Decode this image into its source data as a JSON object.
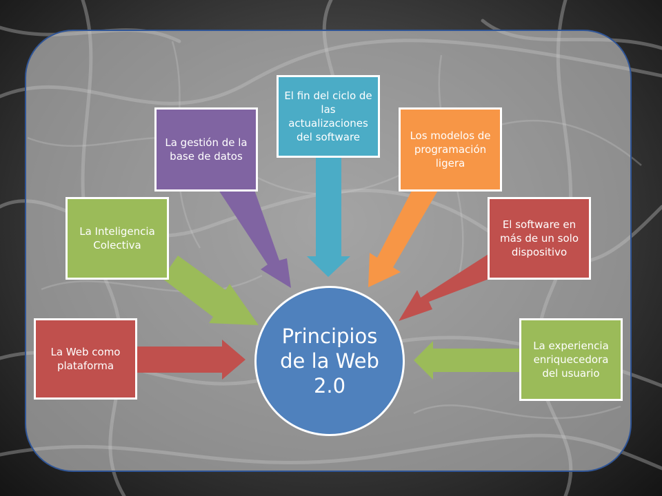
{
  "diagram": {
    "center_label": "Principios de la Web 2.0",
    "nodes": [
      {
        "id": "web-plataforma",
        "label": "La Web como plataforma",
        "color": "#c0504d"
      },
      {
        "id": "inteligencia-colectiva",
        "label": "La Inteligencia Colectiva",
        "color": "#9bbb59"
      },
      {
        "id": "gestion-base-datos",
        "label": "La gestión de la base de datos",
        "color": "#8064a2"
      },
      {
        "id": "fin-ciclo-actualizaciones",
        "label": "El fin del ciclo de las actualizaciones del software",
        "color": "#4bacc6"
      },
      {
        "id": "modelos-programacion",
        "label": "Los modelos de programación ligera",
        "color": "#f79646"
      },
      {
        "id": "software-dispositivos",
        "label": "El software en más de un solo dispositivo",
        "color": "#c0504d"
      },
      {
        "id": "experiencia-usuario",
        "label": "La experiencia enriquecedora del usuario",
        "color": "#9bbb59"
      }
    ],
    "center_color": "#4f81bd",
    "panel_border_color": "#2f5597"
  }
}
